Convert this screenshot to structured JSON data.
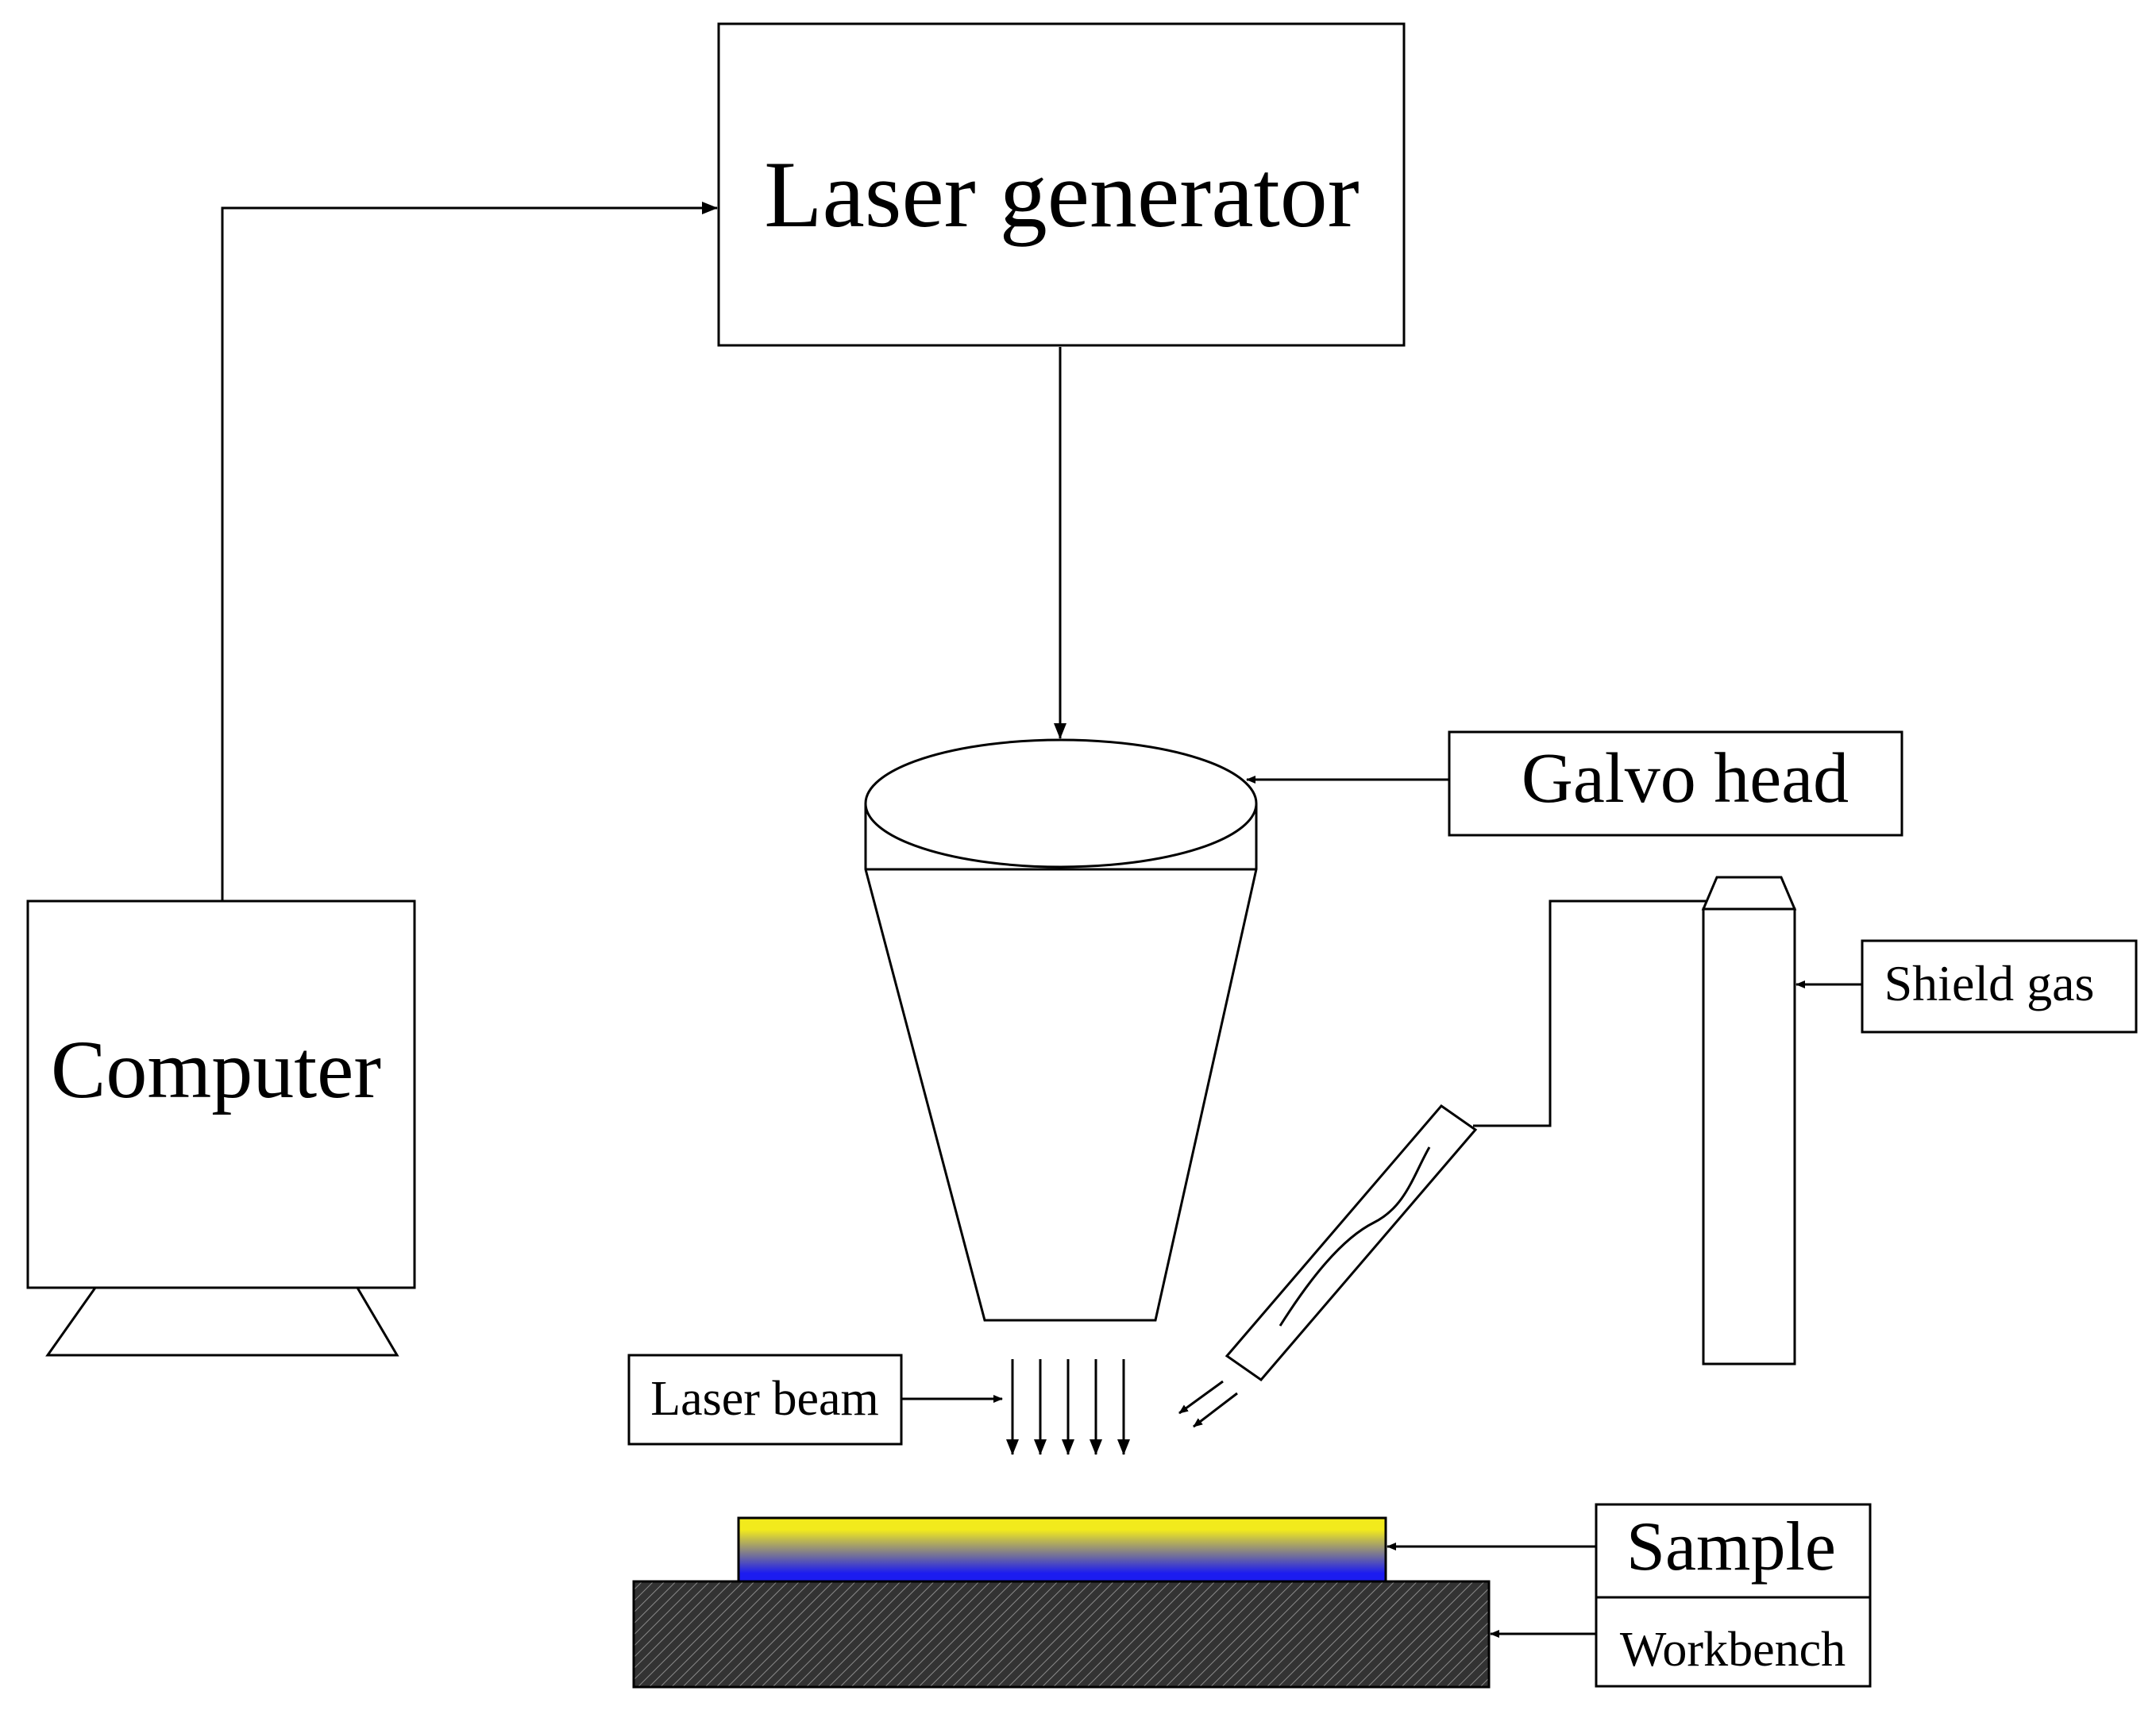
{
  "labels": {
    "laser_generator": "Laser generator",
    "computer": "Computer",
    "galvo_head": "Galvo head",
    "shield_gas": "Shield gas",
    "laser_beam": "Laser beam",
    "sample": "Sample",
    "workbench": "Workbench"
  },
  "colors": {
    "line": "#000000",
    "sample_top": "#f2ea1c",
    "sample_bottom": "#1c1cf0",
    "workbench_fill": "#3a3a3a",
    "workbench_hatch": "#8a8a8a"
  }
}
